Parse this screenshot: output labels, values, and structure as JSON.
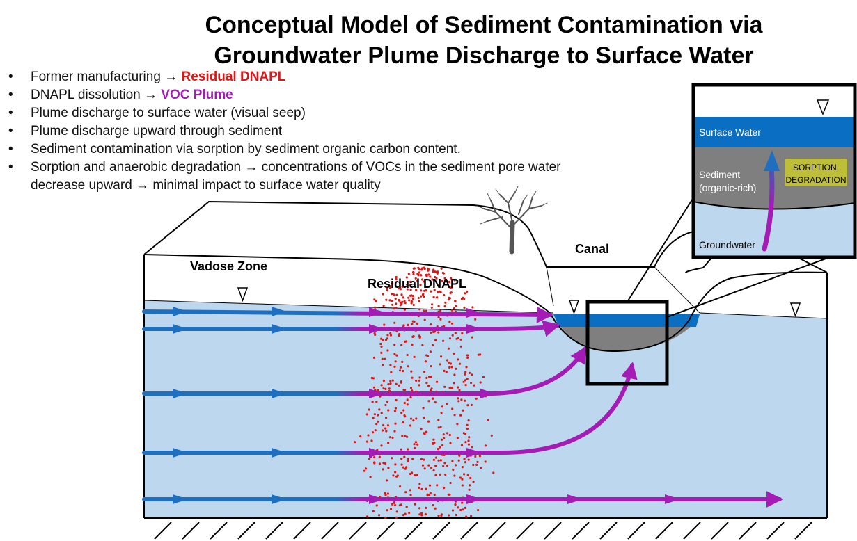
{
  "title": {
    "line1": "Conceptual Model of Sediment Contamination via",
    "line2": "Groundwater Plume Discharge to Surface Water"
  },
  "bullets": {
    "b1": {
      "text": "Former manufacturing → ",
      "highlight": "Residual DNAPL"
    },
    "b2": {
      "text": "DNAPL dissolution → ",
      "highlight": "VOC  Plume"
    },
    "b3": {
      "text": "Plume discharge to surface water (visual seep)"
    },
    "b4": {
      "text": "Plume discharge upward through sediment"
    },
    "b5": {
      "text": "Sediment contamination via sorption by sediment organic carbon content."
    },
    "b6": {
      "line1": "Sorption and anaerobic degradation → concentrations of VOCs in the sediment pore water",
      "line2": "decrease upward → minimal impact to surface water quality"
    }
  },
  "diagram": {
    "vadose_zone": "Vadose Zone",
    "residual_dnapl": "Residual DNAPL",
    "canal": "Canal"
  },
  "inset": {
    "surface_water": "Surface Water",
    "sediment_line1": "Sediment",
    "sediment_line2": "(organic-rich)",
    "groundwater": "Groundwater",
    "callout_line1": "SORPTION,",
    "callout_line2": "DEGRADATION"
  },
  "colors": {
    "groundwater": "#bdd7ee",
    "surface_water": "#0a6fc2",
    "sediment": "#7f7f7f",
    "flow_clean": "#1f6fc0",
    "flow_plume": "#a51bb5",
    "dnapl": "#e01616",
    "callout": "#f2f200"
  }
}
